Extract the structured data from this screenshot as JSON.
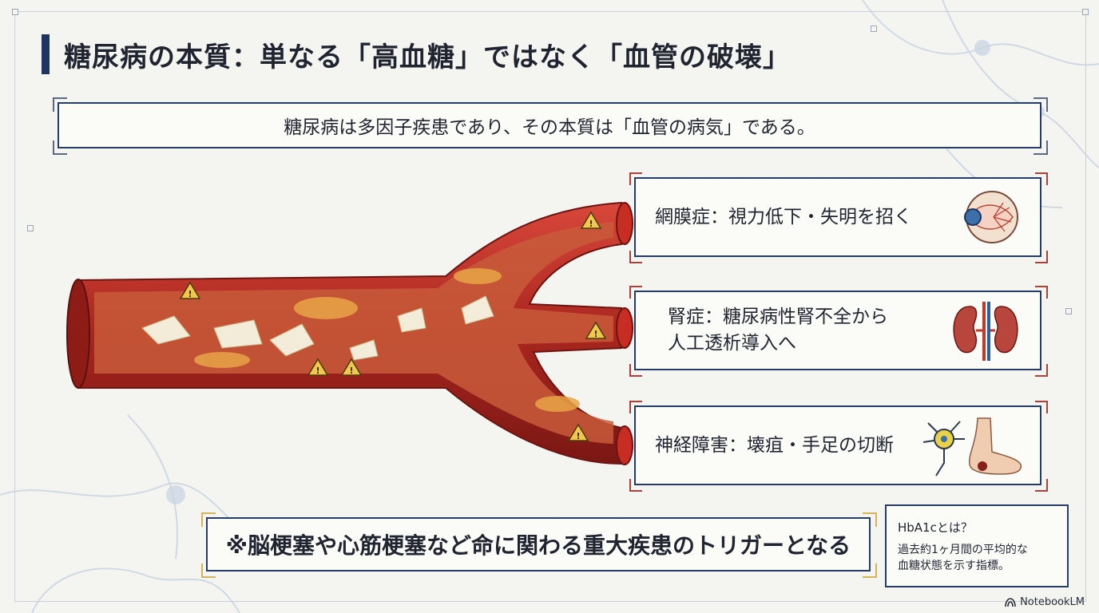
{
  "title": "糖尿病の本質：単なる「高血糖」ではなく「血管の破壊」",
  "summary": "糖尿病は多因子疾患であり、その本質は「血管の病気」である。",
  "complications": [
    {
      "label": "網膜症：視力低下・失明を招く",
      "icon": "eye-icon"
    },
    {
      "label_line1": "腎症：糖尿病性腎不全から",
      "label_line2": "人工透析導入へ",
      "icon": "kidney-icon"
    },
    {
      "label": "神経障害：壊疽・手足の切断",
      "icon": "neuron-foot-icon"
    }
  ],
  "warning": "※脳梗塞や心筋梗塞など命に関わる重大疾患のトリガーとなる",
  "hba1c": {
    "question": "HbA1cとは？",
    "answer_line1": "過去約1ヶ月間の平均的な",
    "answer_line2": "血糖状態を示す指標。"
  },
  "branding": "NotebookLM",
  "colors": {
    "navy": "#1d3560",
    "vessel": "#b3241f",
    "warning_gold": "#d5b35a"
  }
}
